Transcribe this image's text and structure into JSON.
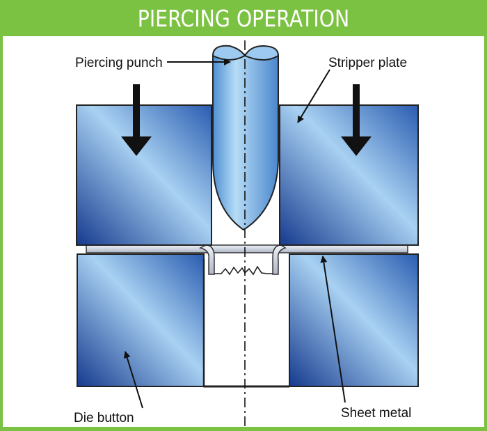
{
  "title": "PIERCING OPERATION",
  "labels": {
    "piercing_punch": "Piercing punch",
    "stripper_plate": "Stripper plate",
    "die_button": "Die button",
    "sheet_metal": "Sheet metal"
  },
  "colors": {
    "border_green": "#7cc242",
    "block_dark": "#1a3f96",
    "block_light": "#a9d2f2",
    "punch": "#7fb8e8"
  }
}
